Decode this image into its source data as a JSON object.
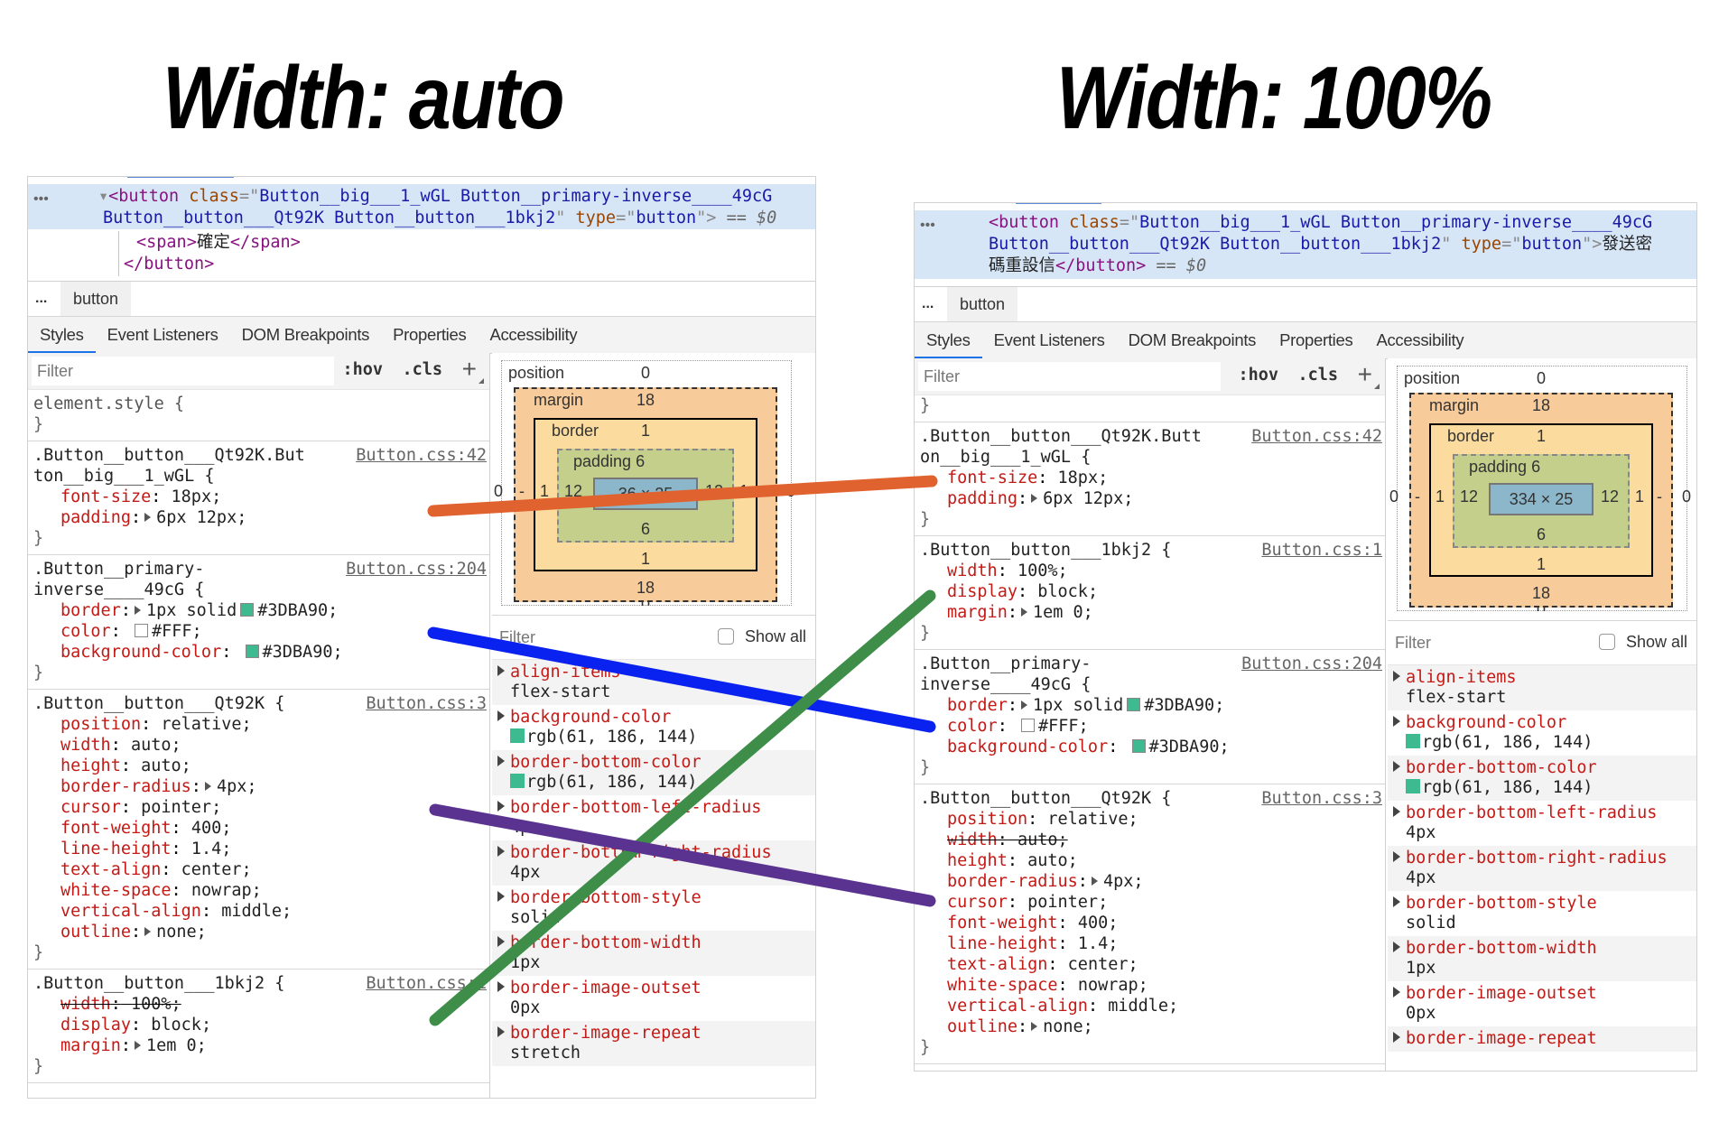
{
  "titles": {
    "left": "Width: auto",
    "right": "Width: 100%"
  },
  "colors": {
    "brand_green": "#3DBA90",
    "annotation_orange": "#E0622E",
    "annotation_blue": "#0A22F0",
    "annotation_green": "#3E8E4A",
    "annotation_purple": "#5A3290"
  },
  "panels": [
    {
      "id": "left",
      "dom": {
        "line1": {
          "open": "<button",
          "class_attr": "class",
          "eq": "=\"",
          "class_val": "Button__big___1_wGL Button__primary-inverse____49cG"
        },
        "line2": {
          "class_val": "Button__button___Qt92K Button__button___1bkj2",
          "close_quote": "\"",
          "type_attr": "type",
          "eq": "=\"",
          "type_val": "button",
          "end": "\">",
          "dollar": "== $0"
        },
        "line3": {
          "open": "<span>",
          "text": "確定",
          "close": "</span>"
        },
        "line4": {
          "close": "</button>"
        }
      },
      "breadcrumb": {
        "ellipsis": "...",
        "item": "button"
      },
      "tabs": [
        "Styles",
        "Event Listeners",
        "DOM Breakpoints",
        "Properties",
        "Accessibility"
      ],
      "filter": {
        "placeholder": "Filter",
        "hov": ":hov",
        "cls": ".cls",
        "plus": "+"
      },
      "element_style": {
        "selector": "element.style {",
        "close": "}"
      },
      "rules": [
        {
          "selector_lines": [
            ".Button__button___Qt92K.But",
            "ton__big___1_wGL {"
          ],
          "source": "Button.css:42",
          "decls": [
            {
              "name": "font-size",
              "value": "18px;",
              "expand": false,
              "struck": false
            },
            {
              "name": "padding",
              "value": "6px 12px;",
              "expand": true,
              "struck": false
            }
          ]
        },
        {
          "selector_lines": [
            ".Button__primary-",
            "inverse____49cG {"
          ],
          "source": "Button.css:204",
          "decls": [
            {
              "name": "border",
              "value": "1px solid",
              "swatch": "#3DBA90",
              "swatch_text": "#3DBA90;",
              "expand": true,
              "struck": false
            },
            {
              "name": "color",
              "value": "",
              "swatch": "#FFFFFF",
              "swatch_text": "#FFF;",
              "expand": false,
              "struck": false
            },
            {
              "name": "background-color",
              "value": "",
              "swatch": "#3DBA90",
              "swatch_text": "#3DBA90;",
              "expand": false,
              "struck": false
            }
          ]
        },
        {
          "selector_lines": [
            ".Button__button___Qt92K {"
          ],
          "source": "Button.css:3",
          "decls": [
            {
              "name": "position",
              "value": "relative;",
              "expand": false,
              "struck": false
            },
            {
              "name": "width",
              "value": "auto;",
              "expand": false,
              "struck": false
            },
            {
              "name": "height",
              "value": "auto;",
              "expand": false,
              "struck": false
            },
            {
              "name": "border-radius",
              "value": "4px;",
              "expand": true,
              "struck": false
            },
            {
              "name": "cursor",
              "value": "pointer;",
              "expand": false,
              "struck": false
            },
            {
              "name": "font-weight",
              "value": "400;",
              "expand": false,
              "struck": false
            },
            {
              "name": "line-height",
              "value": "1.4;",
              "expand": false,
              "struck": false
            },
            {
              "name": "text-align",
              "value": "center;",
              "expand": false,
              "struck": false
            },
            {
              "name": "white-space",
              "value": "nowrap;",
              "expand": false,
              "struck": false
            },
            {
              "name": "vertical-align",
              "value": "middle;",
              "expand": false,
              "struck": false
            },
            {
              "name": "outline",
              "value": "none;",
              "expand": true,
              "struck": false
            }
          ]
        },
        {
          "selector_lines": [
            ".Button__button___1bkj2 {"
          ],
          "source": "Button.css:1",
          "decls": [
            {
              "name": "width",
              "value": "100%;",
              "expand": false,
              "struck": true
            },
            {
              "name": "display",
              "value": "block;",
              "expand": false,
              "struck": false
            },
            {
              "name": "margin",
              "value": "1em 0;",
              "expand": true,
              "struck": false
            }
          ]
        }
      ],
      "box_model": {
        "position_label": "position",
        "position_top": "0",
        "position_bottom": "0",
        "position_left": "0",
        "position_right": "0",
        "margin_label": "margin",
        "margin_top": "18",
        "margin_bottom": "18",
        "margin_left": "-",
        "margin_right": "-",
        "border_label": "border",
        "border_top": "1",
        "border_bottom": "1",
        "border_left": "1",
        "border_right": "1",
        "padding_label": "padding",
        "padding_top": "6",
        "padding_bottom": "6",
        "padding_left": "12",
        "padding_right": "12",
        "content": "36 × 25"
      },
      "computed": {
        "filter_placeholder": "Filter",
        "show_all": "Show all",
        "show_all_checked": false,
        "props": [
          {
            "name": "align-items",
            "value": "flex-start"
          },
          {
            "name": "background-color",
            "value": "rgb(61, 186, 144)",
            "swatch": "#3DBA90"
          },
          {
            "name": "border-bottom-color",
            "value": "rgb(61, 186, 144)",
            "swatch": "#3DBA90"
          },
          {
            "name": "border-bottom-left-radius",
            "value": "4px"
          },
          {
            "name": "border-bottom-right-radius",
            "value": "4px"
          },
          {
            "name": "border-bottom-style",
            "value": "solid"
          },
          {
            "name": "border-bottom-width",
            "value": "1px"
          },
          {
            "name": "border-image-outset",
            "value": "0px"
          },
          {
            "name": "border-image-repeat",
            "value": "stretch"
          }
        ]
      }
    },
    {
      "id": "right",
      "dom": {
        "line1": {
          "open": "<button",
          "class_attr": "class",
          "eq": "=\"",
          "class_val": "Button__big___1_wGL Button__primary-inverse____49cG"
        },
        "line2": {
          "class_val": "Button__button___Qt92K Button__button___1bkj2",
          "close_quote": "\"",
          "type_attr": "type",
          "eq": "=\"",
          "type_val": "button",
          "end": "\">",
          "text": "發送密"
        },
        "line3": {
          "text": "碼重設信",
          "close": "</button>",
          "dollar": "== $0"
        }
      },
      "breadcrumb": {
        "ellipsis": "...",
        "item": "button"
      },
      "tabs": [
        "Styles",
        "Event Listeners",
        "DOM Breakpoints",
        "Properties",
        "Accessibility"
      ],
      "filter": {
        "placeholder": "Filter",
        "hov": ":hov",
        "cls": ".cls",
        "plus": "+"
      },
      "element_style": {
        "close": "}"
      },
      "rules": [
        {
          "selector_lines": [
            ".Button__button___Qt92K.Butt",
            "on__big___1_wGL {"
          ],
          "source": "Button.css:42",
          "decls": [
            {
              "name": "font-size",
              "value": "18px;",
              "expand": false,
              "struck": false
            },
            {
              "name": "padding",
              "value": "6px 12px;",
              "expand": true,
              "struck": false
            }
          ]
        },
        {
          "selector_lines": [
            ".Button__button___1bkj2 {"
          ],
          "source": "Button.css:1",
          "decls": [
            {
              "name": "width",
              "value": "100%;",
              "expand": false,
              "struck": false
            },
            {
              "name": "display",
              "value": "block;",
              "expand": false,
              "struck": false
            },
            {
              "name": "margin",
              "value": "1em 0;",
              "expand": true,
              "struck": false
            }
          ]
        },
        {
          "selector_lines": [
            ".Button__primary-",
            "inverse____49cG {"
          ],
          "source": "Button.css:204",
          "decls": [
            {
              "name": "border",
              "value": "1px solid",
              "swatch": "#3DBA90",
              "swatch_text": "#3DBA90;",
              "expand": true,
              "struck": false
            },
            {
              "name": "color",
              "value": "",
              "swatch": "#FFFFFF",
              "swatch_text": "#FFF;",
              "expand": false,
              "struck": false
            },
            {
              "name": "background-color",
              "value": "",
              "swatch": "#3DBA90",
              "swatch_text": "#3DBA90;",
              "expand": false,
              "struck": false
            }
          ]
        },
        {
          "selector_lines": [
            ".Button__button___Qt92K {"
          ],
          "source": "Button.css:3",
          "decls": [
            {
              "name": "position",
              "value": "relative;",
              "expand": false,
              "struck": false
            },
            {
              "name": "width",
              "value": "auto;",
              "expand": false,
              "struck": true
            },
            {
              "name": "height",
              "value": "auto;",
              "expand": false,
              "struck": false
            },
            {
              "name": "border-radius",
              "value": "4px;",
              "expand": true,
              "struck": false
            },
            {
              "name": "cursor",
              "value": "pointer;",
              "expand": false,
              "struck": false
            },
            {
              "name": "font-weight",
              "value": "400;",
              "expand": false,
              "struck": false
            },
            {
              "name": "line-height",
              "value": "1.4;",
              "expand": false,
              "struck": false
            },
            {
              "name": "text-align",
              "value": "center;",
              "expand": false,
              "struck": false
            },
            {
              "name": "white-space",
              "value": "nowrap;",
              "expand": false,
              "struck": false
            },
            {
              "name": "vertical-align",
              "value": "middle;",
              "expand": false,
              "struck": false
            },
            {
              "name": "outline",
              "value": "none;",
              "expand": true,
              "struck": false
            }
          ]
        }
      ],
      "box_model": {
        "position_label": "position",
        "position_top": "0",
        "position_bottom": "0",
        "position_left": "0",
        "position_right": "0",
        "margin_label": "margin",
        "margin_top": "18",
        "margin_bottom": "18",
        "margin_left": "-",
        "margin_right": "-",
        "border_label": "border",
        "border_top": "1",
        "border_bottom": "1",
        "border_left": "1",
        "border_right": "1",
        "padding_label": "padding",
        "padding_top": "6",
        "padding_bottom": "6",
        "padding_left": "12",
        "padding_right": "12",
        "content": "334 × 25"
      },
      "computed": {
        "filter_placeholder": "Filter",
        "show_all": "Show all",
        "show_all_checked": false,
        "props": [
          {
            "name": "align-items",
            "value": "flex-start"
          },
          {
            "name": "background-color",
            "value": "rgb(61, 186, 144)",
            "swatch": "#3DBA90"
          },
          {
            "name": "border-bottom-color",
            "value": "rgb(61, 186, 144)",
            "swatch": "#3DBA90"
          },
          {
            "name": "border-bottom-left-radius",
            "value": "4px"
          },
          {
            "name": "border-bottom-right-radius",
            "value": "4px"
          },
          {
            "name": "border-bottom-style",
            "value": "solid"
          },
          {
            "name": "border-bottom-width",
            "value": "1px"
          },
          {
            "name": "border-image-outset",
            "value": "0px"
          },
          {
            "name": "border-image-repeat",
            "value": ""
          }
        ]
      }
    }
  ],
  "annotations": [
    {
      "name": "font-size-padding-link",
      "color_key": "annotation_orange"
    },
    {
      "name": "primary-inverse-link",
      "color_key": "annotation_blue"
    },
    {
      "name": "button-1bkj2-link",
      "color_key": "annotation_green"
    },
    {
      "name": "button-qt92k-link",
      "color_key": "annotation_purple"
    }
  ]
}
